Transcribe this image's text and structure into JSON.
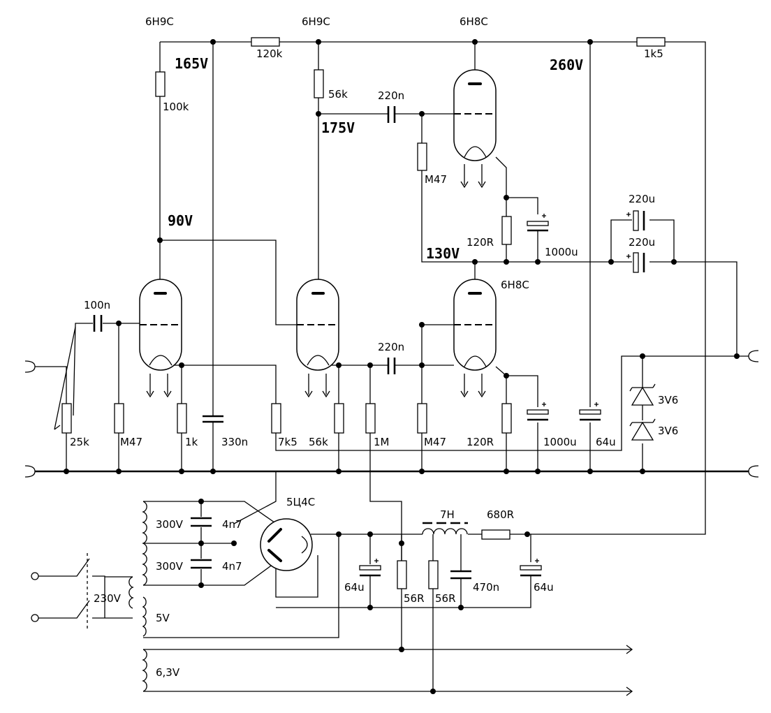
{
  "tubes": {
    "t1": "6H9C",
    "t2": "6H9C",
    "t3": "6H8C",
    "t4": "6H8C",
    "rectifier": "5Ц4С"
  },
  "voltages": {
    "v165": "165V",
    "v175": "175V",
    "v90": "90V",
    "v260": "260V",
    "v130": "130V"
  },
  "resistors": {
    "r100k": "100k",
    "r120k": "120k",
    "r56k_top": "56k",
    "r1k5": "1k5",
    "rM47_top": "M47",
    "r120R_top": "120R",
    "r25k": "25k",
    "rM47_in": "M47",
    "r1k": "1k",
    "r7k5": "7k5",
    "r56k_bot": "56k",
    "r1M": "1M",
    "rM47_g4": "M47",
    "r120R_bot": "120R",
    "r680R": "680R",
    "r56R_a": "56R",
    "r56R_b": "56R"
  },
  "capacitors": {
    "c220n_top": "220n",
    "c1000u_top": "1000u",
    "c220u_a": "220u",
    "c220u_b": "220u",
    "c100n": "100n",
    "c220n_mid": "220n",
    "c330n": "330n",
    "c1000u_bot": "1000u",
    "c64u_a": "64u",
    "c4n7_a": "4n7",
    "c4n7_b": "4n7",
    "c64u_b": "64u",
    "c470n": "470n",
    "c64u_c": "64u"
  },
  "zeners": {
    "z1": "3V6",
    "z2": "3V6"
  },
  "power": {
    "choke": "7H",
    "mains": "230V",
    "sec_hv1": "300V",
    "sec_hv2": "300V",
    "sec_5v": "5V",
    "sec_63v": "6,3V"
  }
}
